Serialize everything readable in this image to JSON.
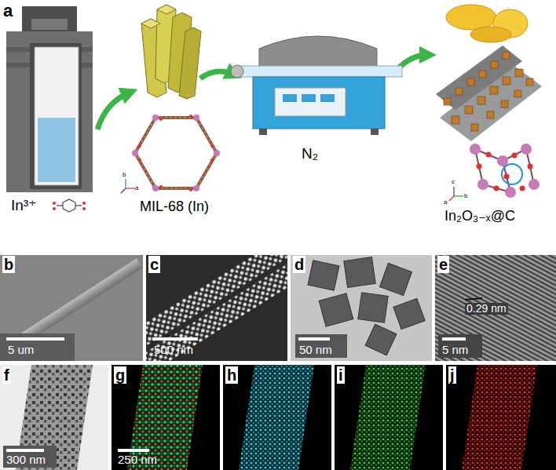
{
  "diagram": {
    "labels": [
      "a",
      "In³⁺",
      "MIL-68 (In)",
      "N₂",
      "In₂O₃₋ₓ@C",
      "b",
      "5 um",
      "c",
      "500 nm",
      "d",
      "50 nm",
      "e",
      "0.29 nm",
      "5 nm",
      "f",
      "300 nm",
      "g",
      "250 nm",
      "h",
      "i",
      "j",
      "b",
      "a",
      "c",
      "b",
      "a"
    ]
  }
}
